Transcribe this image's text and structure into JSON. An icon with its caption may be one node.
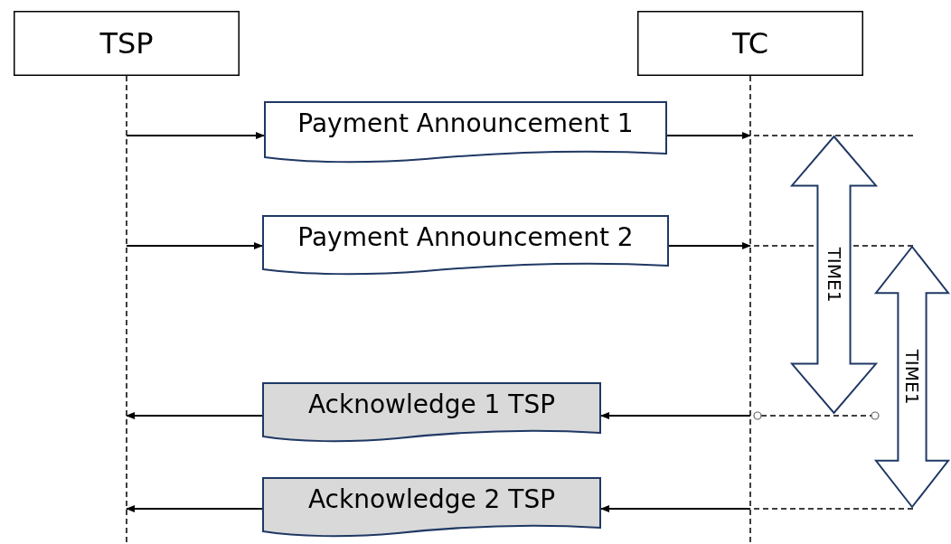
{
  "diagram": {
    "nodes": [
      {
        "text": [
          "TSP"
        ]
      },
      {
        "text": [
          "TC"
        ]
      },
      {
        "text": [
          "Payment Announcement 1"
        ]
      },
      {
        "text": [
          "Payment Announcement 2"
        ]
      },
      {
        "text": [
          "Acknowledge 1 TSP"
        ]
      },
      {
        "text": [
          "Acknowledge 2 TSP"
        ]
      },
      {
        "text": [
          "TIME1"
        ]
      },
      {
        "text": [
          "TIME1"
        ]
      }
    ],
    "edges": [
      {
        "from": 0,
        "to": 2,
        "arrow": "to"
      },
      {
        "from": 2,
        "to": 1,
        "arrow": "to"
      },
      {
        "from": 0,
        "to": 3,
        "arrow": "to"
      },
      {
        "from": 3,
        "to": 1,
        "arrow": "to"
      },
      {
        "from": 1,
        "to": 4,
        "arrow": "to"
      },
      {
        "from": 4,
        "to": 0,
        "arrow": "to"
      },
      {
        "from": 1,
        "to": 5,
        "arrow": "to"
      },
      {
        "from": 5,
        "to": 0,
        "arrow": "to"
      }
    ]
  }
}
